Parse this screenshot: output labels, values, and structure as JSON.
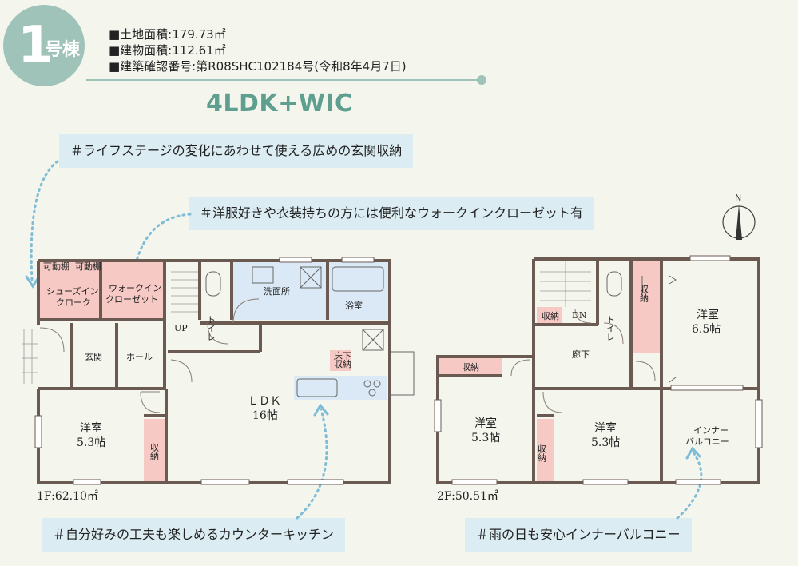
{
  "header": {
    "building_number": "1",
    "building_unit": "号棟",
    "specs": [
      "■土地面積:179.73㎡",
      "■建物面積:112.61㎡",
      "■建築確認番号:第R08SHC102184号(令和8年4月7日)"
    ],
    "layout_type": "4LDK+WIC"
  },
  "callouts": {
    "entrance_storage": "＃ライフステージの変化にあわせて使える広めの玄関収納",
    "walk_in_closet": "＃洋服好きや衣装持ちの方には便利なウォークインクローゼット有",
    "counter_kitchen": "＃自分好みの工夫も楽しめるカウンターキッチン",
    "inner_balcony": "＃雨の日も安心インナーバルコニー"
  },
  "floor1": {
    "area_label": "1F:62.10㎡",
    "rooms": {
      "shelf_a": "可動棚",
      "shelf_b": "可動棚",
      "shoe_cloak_1": "シューズイン",
      "shoe_cloak_2": "クローク",
      "wic_1": "ウォークイン",
      "wic_2": "クローゼット",
      "toilet": "トイレ",
      "washroom": "洗面所",
      "bath": "浴室",
      "up": "UP",
      "entrance": "玄関",
      "hall": "ホール",
      "ldk_1": "ＬＤＫ",
      "ldk_2": "16帖",
      "underfloor_1": "床下",
      "underfloor_2": "収納",
      "western_1": "洋室",
      "western_2": "5.3帖",
      "storage": "収納"
    }
  },
  "floor2": {
    "area_label": "2F:50.51㎡",
    "rooms": {
      "storage_stairs": "収納",
      "dn": "DN",
      "toilet": "トイレ",
      "storage_right": "収納",
      "western_a_1": "洋室",
      "western_a_2": "6.5帖",
      "corridor": "廊下",
      "storage_top": "収納",
      "western_b_1": "洋室",
      "western_b_2": "5.3帖",
      "storage_mid": "収納",
      "western_c_1": "洋室",
      "western_c_2": "5.3帖",
      "balcony_1": "インナー",
      "balcony_2": "バルコニー"
    }
  },
  "compass": {
    "label": "N"
  },
  "colors": {
    "accent": "#9fc3b8",
    "accent_text": "#5f9f8f",
    "wall": "#6b5a52",
    "storage_fill": "#f6c9c4",
    "wet_fill": "#dbe9f7",
    "callout_bg": "#dbecf3",
    "arrow": "#7fbcd6"
  }
}
